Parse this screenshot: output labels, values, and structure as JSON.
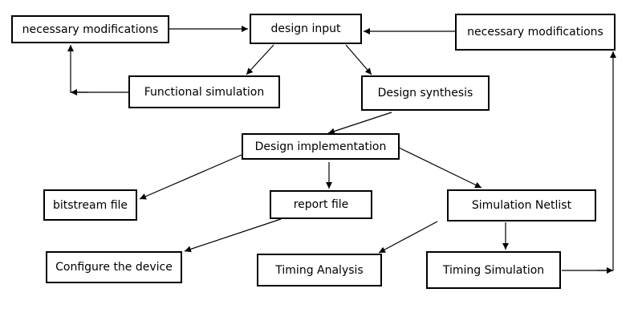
{
  "diagram": {
    "nodes": {
      "mod_left": "necessary modifications",
      "design_input": "design input",
      "mod_right": "necessary modifications",
      "functional_simulation": "Functional simulation",
      "design_synthesis": "Design synthesis",
      "design_implementation": "Design implementation",
      "bitstream_file": "bitstream file",
      "report_file": "report file",
      "simulation_netlist": "Simulation Netlist",
      "configure_device": "Configure the device",
      "timing_analysis": "Timing Analysis",
      "timing_simulation": "Timing Simulation"
    },
    "edges": [
      {
        "from": "mod_left",
        "to": "design_input"
      },
      {
        "from": "mod_right",
        "to": "design_input"
      },
      {
        "from": "design_input",
        "to": "functional_simulation"
      },
      {
        "from": "design_input",
        "to": "design_synthesis"
      },
      {
        "from": "functional_simulation",
        "to": "mod_left"
      },
      {
        "from": "design_synthesis",
        "to": "design_implementation"
      },
      {
        "from": "design_implementation",
        "to": "bitstream_file"
      },
      {
        "from": "design_implementation",
        "to": "report_file"
      },
      {
        "from": "design_implementation",
        "to": "simulation_netlist"
      },
      {
        "from": "report_file",
        "to": "configure_device"
      },
      {
        "from": "simulation_netlist",
        "to": "timing_analysis"
      },
      {
        "from": "simulation_netlist",
        "to": "timing_simulation"
      },
      {
        "from": "timing_simulation",
        "to": "mod_right"
      }
    ]
  }
}
